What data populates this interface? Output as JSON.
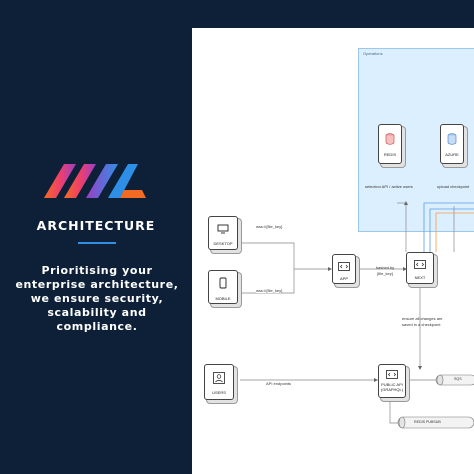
{
  "left_panel": {
    "heading": "ARCHITECTURE",
    "tagline": "Prioritising your enterprise architecture, we ensure security, scalability and compliance.",
    "colors": {
      "background": "#0e2038",
      "divider": "#2f8fe6",
      "logo_blue": "#2f8fe6",
      "logo_orange": "#f46a23",
      "logo_purple": "#9b3fc6"
    }
  },
  "diagram": {
    "operations_group": "Operations",
    "nodes": {
      "desktop": "DESKTOP",
      "mobile": "MOBILE",
      "app": "APP",
      "next": "NEXT",
      "redis": "REDIS",
      "azure": "AZURE",
      "users": "USERS",
      "public_api": "PUBLIC API (GRAPHQL)",
      "sqs": "SQS",
      "redis_pubsub": "REDIS PUBSUB"
    },
    "edges": {
      "desktop_to_app": "wss://{file_key}",
      "mobile_to_app": "wss://{file_key}",
      "app_to_next": "hashed by {file_key}",
      "next_to_redis": "selection API / active users",
      "next_to_azure": "upload checkpoint",
      "next_to_public_api": "ensure all changes are saved in a checkpoint",
      "users_to_public_api": "API endpoints"
    },
    "icons": [
      "desktop-icon",
      "mobile-icon",
      "code-window-icon",
      "database-icon",
      "user-icon"
    ]
  }
}
